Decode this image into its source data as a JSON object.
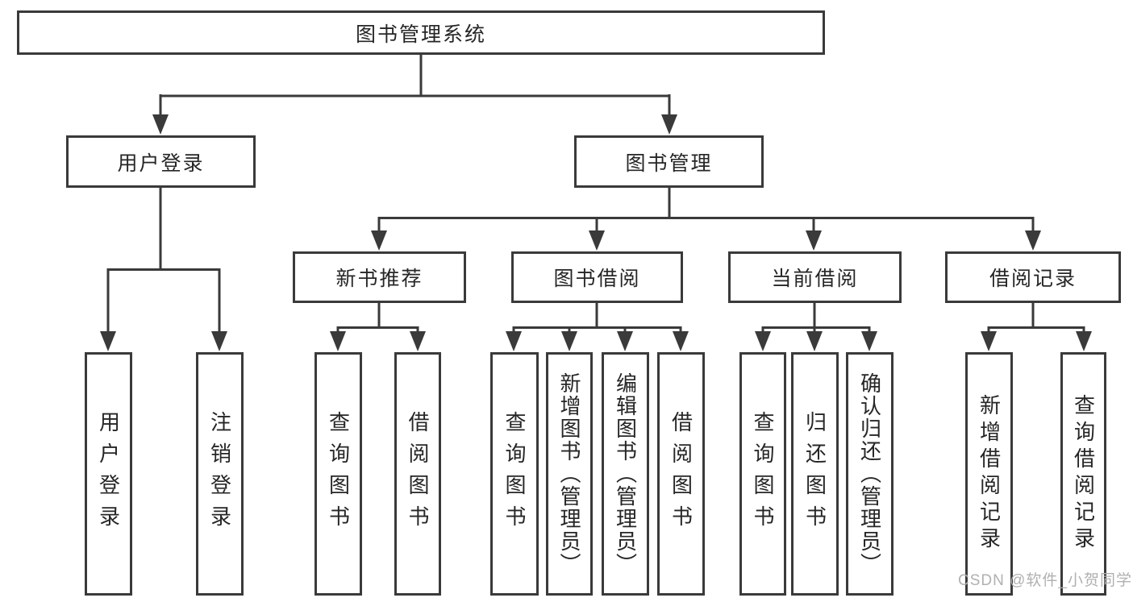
{
  "diagram": {
    "type": "hierarchy-structure-chart",
    "root": {
      "label": "图书管理系统"
    },
    "branches": [
      {
        "label": "用户登录",
        "children": [
          {
            "label": "用户登录"
          },
          {
            "label": "注销登录"
          }
        ]
      },
      {
        "label": "图书管理",
        "children": [
          {
            "label": "新书推荐",
            "children": [
              {
                "label": "查询图书"
              },
              {
                "label": "借阅图书"
              }
            ]
          },
          {
            "label": "图书借阅",
            "children": [
              {
                "label": "查询图书"
              },
              {
                "label": "新增图书（管理员）"
              },
              {
                "label": "编辑图书（管理员）"
              },
              {
                "label": "借阅图书"
              }
            ]
          },
          {
            "label": "当前借阅",
            "children": [
              {
                "label": "查询图书"
              },
              {
                "label": "归还图书"
              },
              {
                "label": "确认归还（管理员）"
              }
            ]
          },
          {
            "label": "借阅记录",
            "children": [
              {
                "label": "新增借阅记录"
              },
              {
                "label": "查询借阅记录"
              }
            ]
          }
        ]
      }
    ],
    "watermark": "CSDN @软件_小贺同学",
    "colors": {
      "line": "#3a3a3a",
      "text": "#262626",
      "watermark": "#b0b0b0",
      "background": "#ffffff"
    }
  }
}
